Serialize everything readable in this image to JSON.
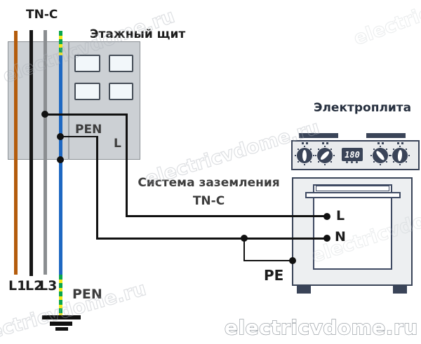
{
  "labels": {
    "tnc": "TN-C"
  },
  "panel": {
    "title": "Этажный щит",
    "pen": "PEN",
    "l": "L"
  },
  "wires": {
    "l1": "L1",
    "l2": "L2",
    "l3": "L3",
    "pen": "PEN"
  },
  "caption": {
    "line1": "Система заземления",
    "line2": "TN-C"
  },
  "stove": {
    "title": "Электроплита",
    "display": "180",
    "l": "L",
    "n": "N",
    "pe": "PE"
  },
  "watermark": {
    "text": "electricvdome.ru"
  },
  "colors": {
    "wire-l1": "#b45c0c",
    "wire-l2": "#161616",
    "wire-l3": "#8b8e91",
    "pen-blue": "#1e68c2",
    "pen-green": "#0aa54d",
    "pen-yellow": "#f3e918",
    "navy": "#3a4458",
    "panel-bg": "#ccd0d4",
    "panel-border": "#8b9095",
    "breaker-bg": "#f2f7fa",
    "line": "#111111"
  }
}
